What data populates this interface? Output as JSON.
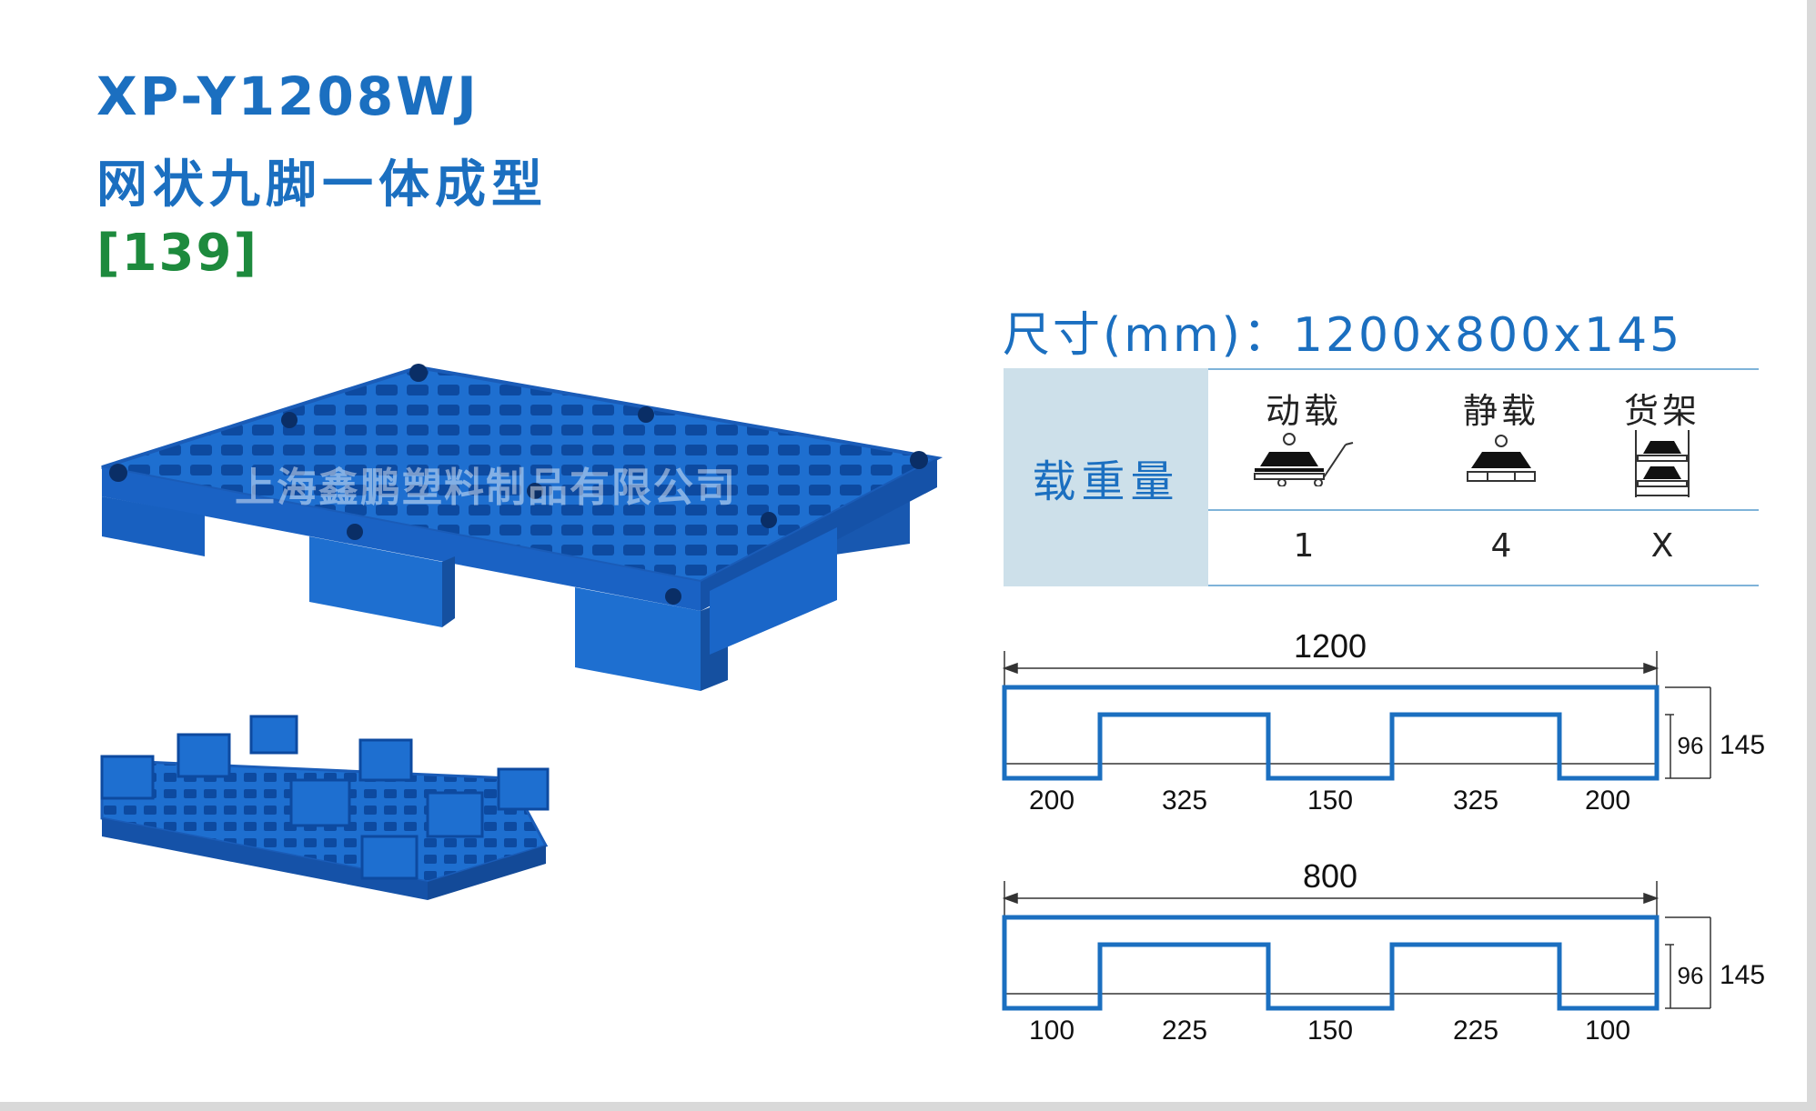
{
  "product": {
    "model": "XP-Y1208WJ",
    "name": "网状九脚一体成型",
    "code": "[139]",
    "watermark": "上海鑫鹏塑料制品有限公司"
  },
  "spec": {
    "size_line": "尺寸(mm)：1200x800x145"
  },
  "load_table": {
    "header": "载重量",
    "columns": [
      {
        "label": "动载",
        "icon": "dynamic-load-icon",
        "value": "1"
      },
      {
        "label": "静载",
        "icon": "static-load-icon",
        "value": "4"
      },
      {
        "label": "货架",
        "icon": "rack-load-icon",
        "value": "X"
      }
    ]
  },
  "diagram_long": {
    "total": "1200",
    "height_inner": "96",
    "height_total": "145",
    "segments": [
      "200",
      "325",
      "150",
      "325",
      "200"
    ]
  },
  "diagram_short": {
    "total": "800",
    "height_inner": "96",
    "height_total": "145",
    "segments": [
      "100",
      "225",
      "150",
      "225",
      "100"
    ]
  },
  "colors": {
    "brand_blue": "#1b6fc0",
    "code_green": "#1d8a3d",
    "pallet_blue": "#1e6fd0",
    "table_header_bg": "#cde0ea"
  }
}
